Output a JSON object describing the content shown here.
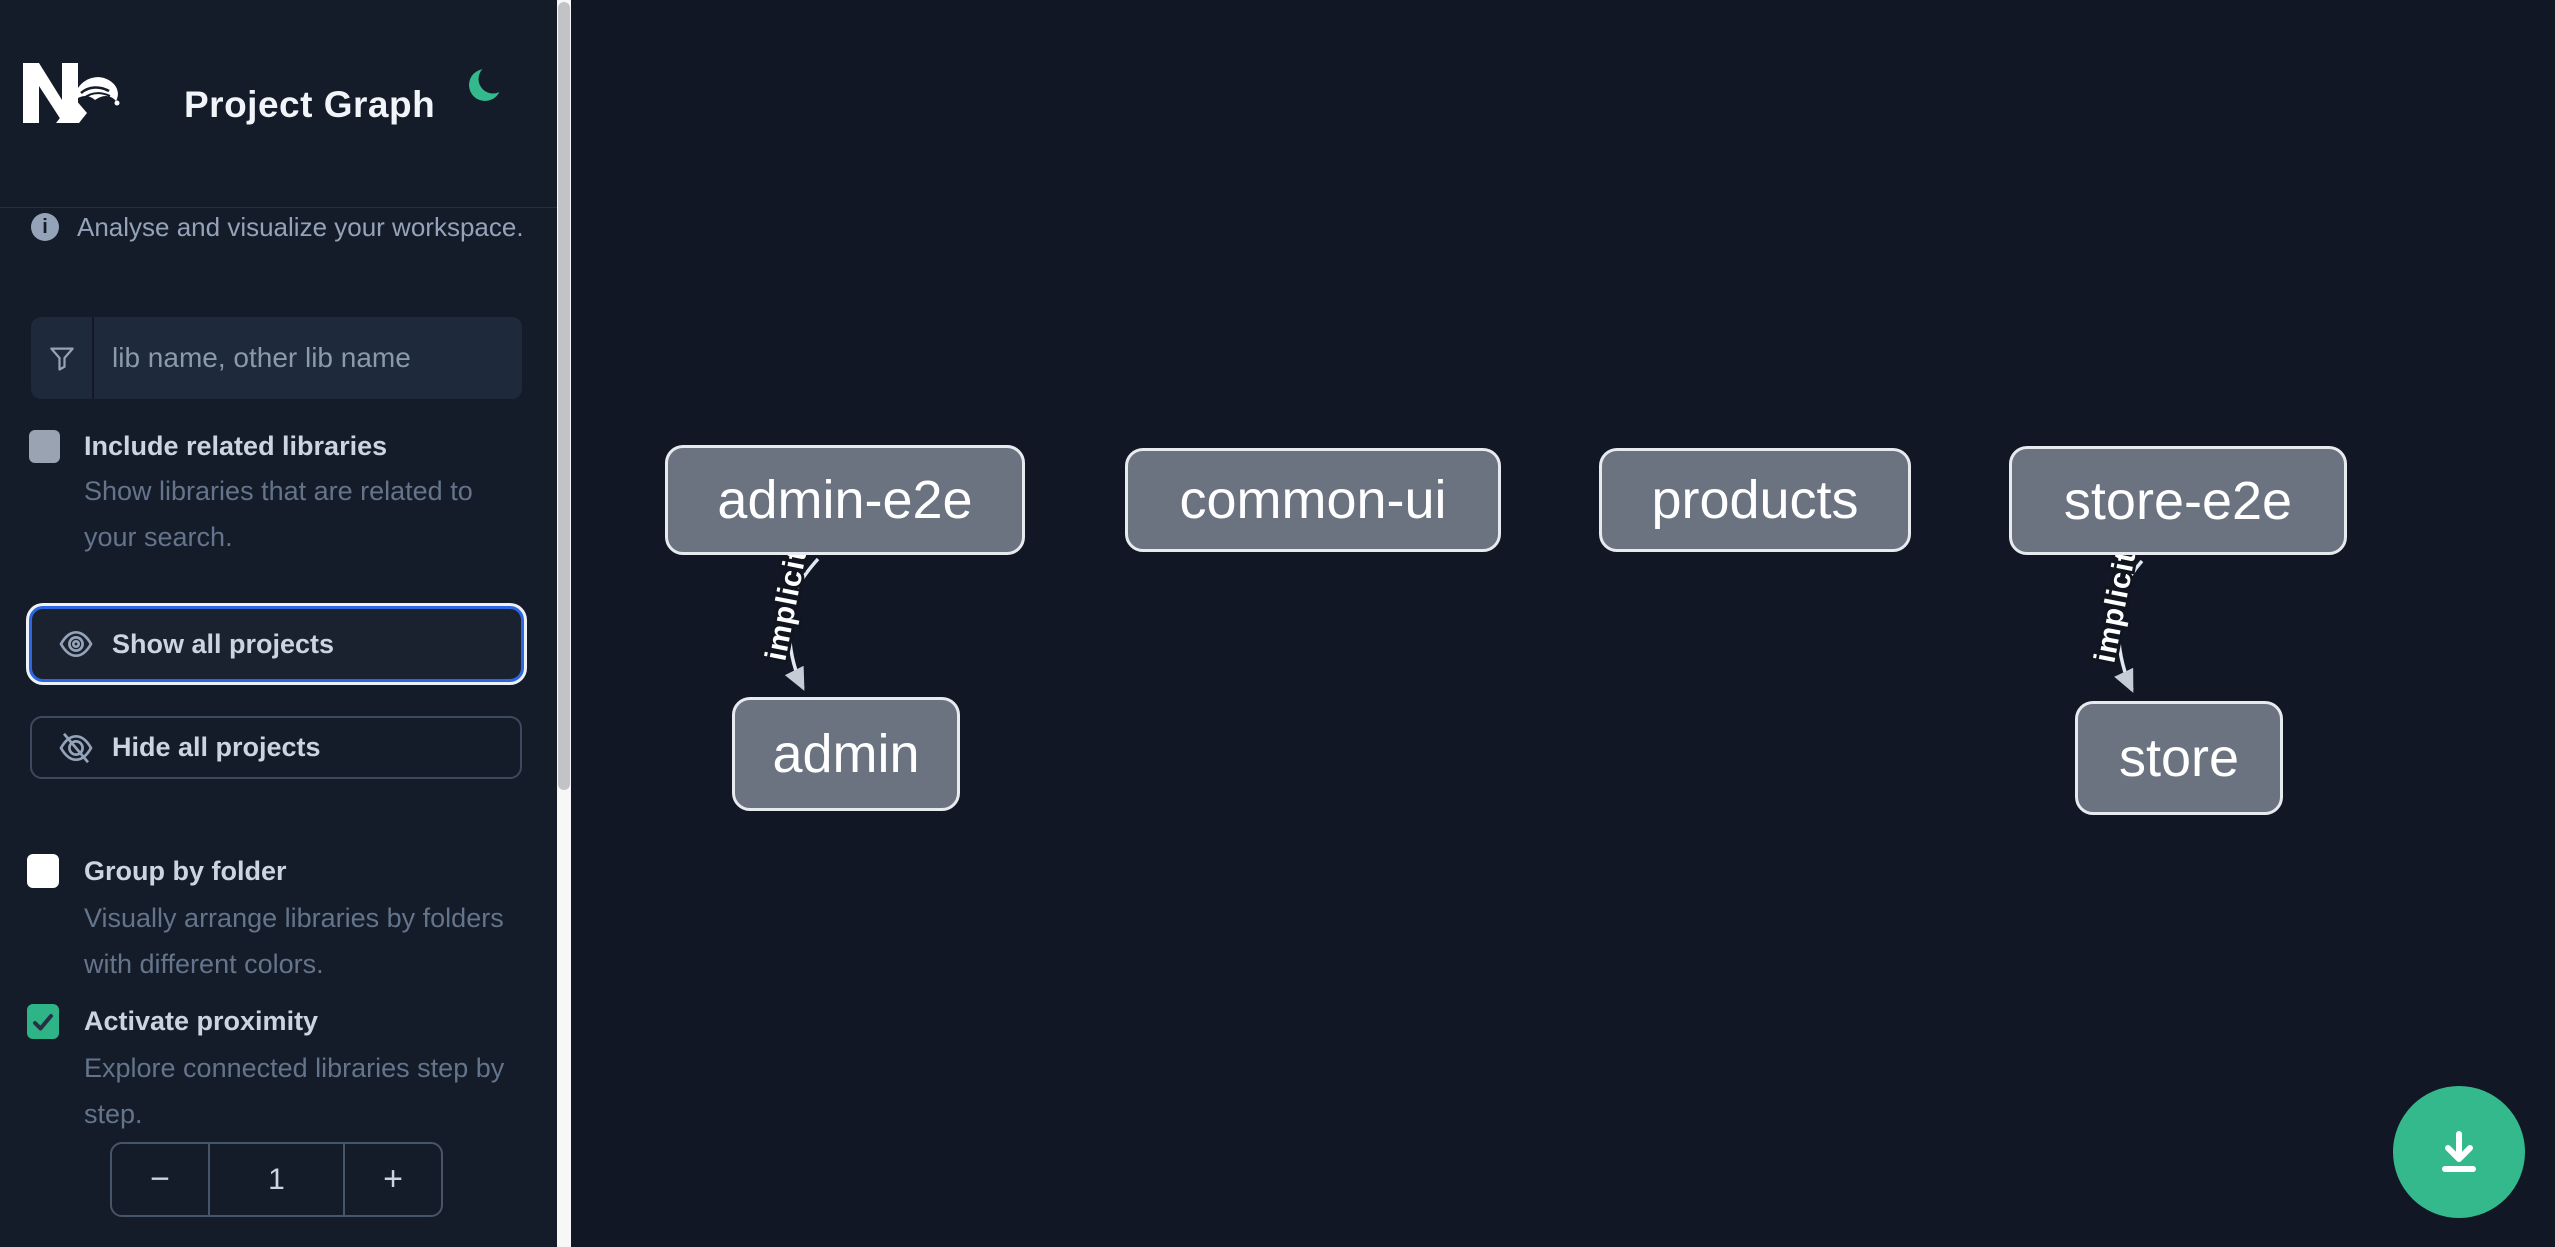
{
  "header": {
    "title": "Project Graph",
    "logo_icon": "nx-logo",
    "theme_toggle_icon": "moon"
  },
  "sidebar": {
    "info": {
      "icon_glyph": "i",
      "text": "Analyse and visualize your workspace."
    },
    "search": {
      "icon": "funnel",
      "placeholder": "lib name, other lib name",
      "value": ""
    },
    "include_related": {
      "label": "Include related libraries",
      "description": "Show libraries that are related to your search.",
      "checked": false
    },
    "show_all": {
      "label": "Show all projects",
      "icon": "eye",
      "focused": true
    },
    "hide_all": {
      "label": "Hide all projects",
      "icon": "eye-off"
    },
    "group_by_folder": {
      "label": "Group by folder",
      "description": "Visually arrange libraries by folders with different colors.",
      "checked": false
    },
    "activate_proximity": {
      "label": "Activate proximity",
      "description": "Explore connected libraries step by step.",
      "checked": true
    },
    "proximity_stepper": {
      "decrement": "−",
      "value": "1",
      "increment": "+"
    }
  },
  "graph": {
    "nodes": [
      {
        "id": "admin-e2e",
        "label": "admin-e2e"
      },
      {
        "id": "common-ui",
        "label": "common-ui"
      },
      {
        "id": "products",
        "label": "products"
      },
      {
        "id": "store-e2e",
        "label": "store-e2e"
      },
      {
        "id": "admin",
        "label": "admin"
      },
      {
        "id": "store",
        "label": "store"
      }
    ],
    "edges": [
      {
        "source": "admin-e2e",
        "target": "admin",
        "label": "implicit"
      },
      {
        "source": "store-e2e",
        "target": "store",
        "label": "implicit"
      }
    ]
  },
  "fab": {
    "icon": "download"
  },
  "colors": {
    "sidebar_bg": "#141b29",
    "canvas_bg": "#121725",
    "accent_green": "#34b98c",
    "focus_blue": "#2c66e0",
    "node_fill": "#6b7280",
    "node_border": "#e7eaef",
    "edge_stroke": "#e2e8f0",
    "label_text": "#cbd5e1",
    "muted_text": "#64748b"
  }
}
